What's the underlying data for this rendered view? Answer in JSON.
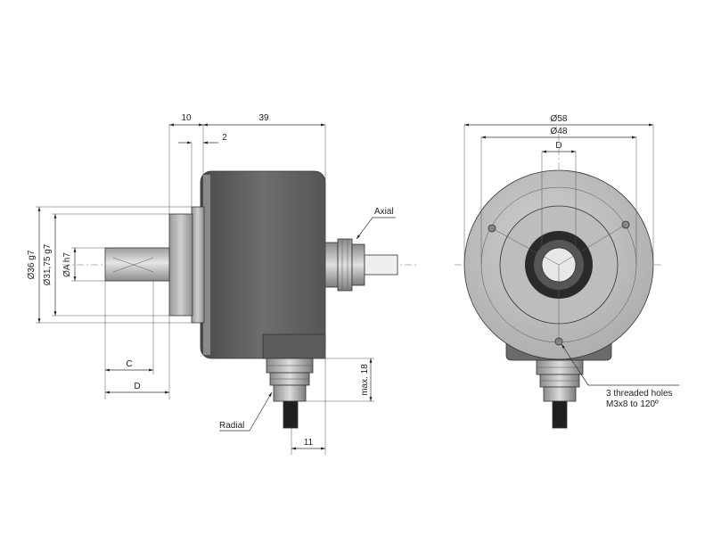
{
  "side_view": {
    "dimensions": {
      "width_10": "10",
      "length_39": "39",
      "offset_2": "2",
      "dia_36": "Ø36 g7",
      "dia_31": "Ø31,75 g7",
      "dia_a": "ØA h7",
      "dim_c": "C",
      "dim_d": "D",
      "max_18": "max. 18",
      "dim_11": "11"
    },
    "labels": {
      "axial": "Axial",
      "radial": "Radial"
    }
  },
  "front_view": {
    "dimensions": {
      "dia_58": "Ø58",
      "dia_48": "Ø48",
      "dim_d": "D"
    },
    "note": {
      "line1": "3 threaded holes",
      "line2": "M3x8 to 120º"
    }
  }
}
